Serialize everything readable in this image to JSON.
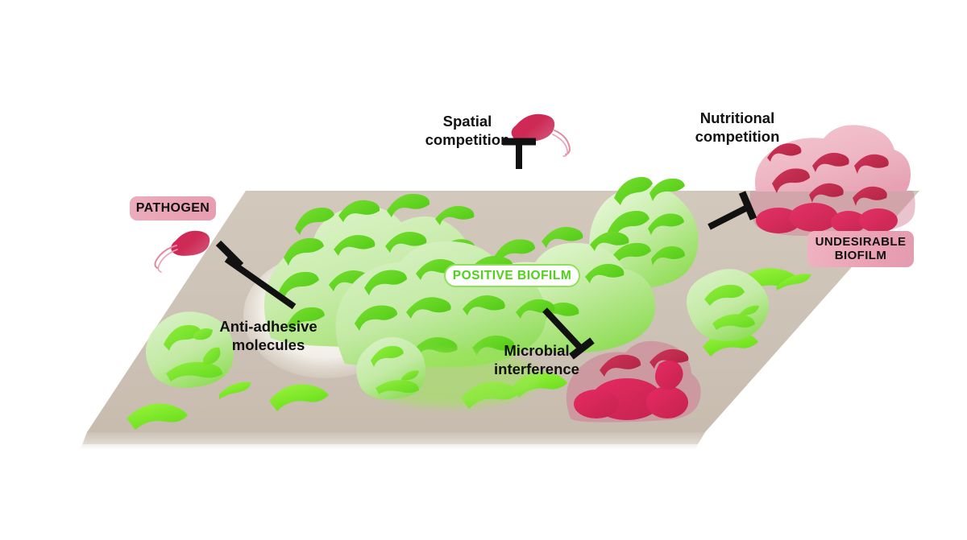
{
  "figure": {
    "title": "Positive biofilm competition mechanisms on a surface",
    "type": "scientific-schematic"
  },
  "badges": {
    "pathogen": "PATHOGEN",
    "positive_biofilm": "POSITIVE BIOFILM",
    "undesirable_biofilm": "UNDESIRABLE\nBIOFILM"
  },
  "labels": {
    "spatial_competition": "Spatial\ncompetition",
    "nutritional_competition": "Nutritional\ncompetition",
    "anti_adhesive": "Anti-adhesive\nmolecules",
    "microbial_interference": "Microbial\ninterference"
  },
  "mechanisms": [
    {
      "name": "Anti-adhesive molecules",
      "target": "pathogen",
      "symbol": "inhibition-bar"
    },
    {
      "name": "Spatial competition",
      "target": "pathogen",
      "symbol": "inhibition-bar"
    },
    {
      "name": "Nutritional competition",
      "target": "undesirable-biofilm",
      "symbol": "inhibition-bar"
    },
    {
      "name": "Microbial interference",
      "target": "undesirable-biofilm",
      "symbol": "inhibition-bar"
    }
  ],
  "colors": {
    "surface": "#cfc4b8",
    "surface_edge": "#bdb1a4",
    "biofilm_matrix_light": "#cfeeb6",
    "biofilm_matrix_pale": "#e6f7d8",
    "bacteria_green_bright": "#6ed726",
    "bacteria_green_mid": "#56cc1e",
    "undesirable_matrix": "#eeb8c4",
    "undesirable_rod": "#c32e52",
    "pathogen_body": "#cf2a55",
    "pathogen_flagella": "#e88ca3",
    "badge_pink": "#e9a2b4",
    "positive_badge_text": "#4fd217",
    "inhibition_black": "#111111",
    "anti_adhesive_zone": "#f5f3ee"
  },
  "elements": {
    "surface_plane": "beige parallelogram substrate",
    "anti_adhesive_zone": "pale ellipse coating under left biofilm",
    "green_colonies": 7,
    "free_green_bacteria": 8,
    "red_colonies": 2,
    "free_pathogens": 2
  }
}
